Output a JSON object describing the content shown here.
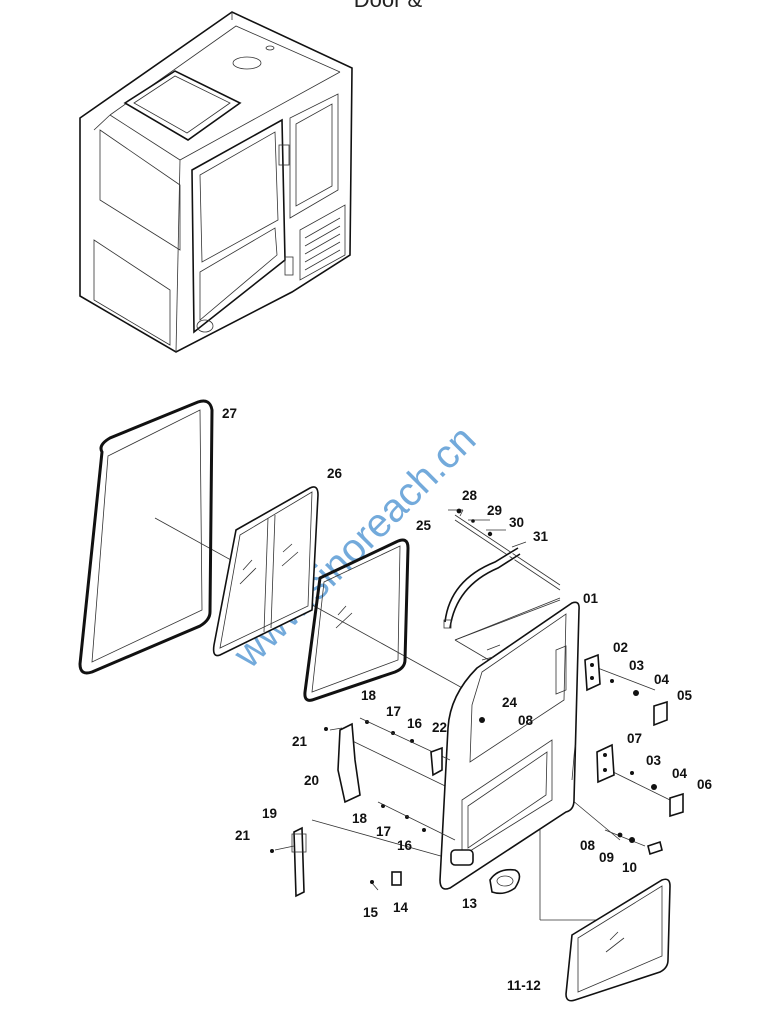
{
  "page": {
    "top_title": "Door &",
    "watermark": "www.sinoreach.cn"
  },
  "callouts": [
    "27",
    "26",
    "25",
    "28",
    "29",
    "30",
    "31",
    "01",
    "02",
    "03",
    "04",
    "05",
    "24",
    "08",
    "18",
    "17",
    "16",
    "22",
    "21",
    "20",
    "07",
    "03",
    "04",
    "06",
    "19",
    "21",
    "18",
    "17",
    "16",
    "08",
    "09",
    "10",
    "15",
    "14",
    "13",
    "11-12"
  ]
}
